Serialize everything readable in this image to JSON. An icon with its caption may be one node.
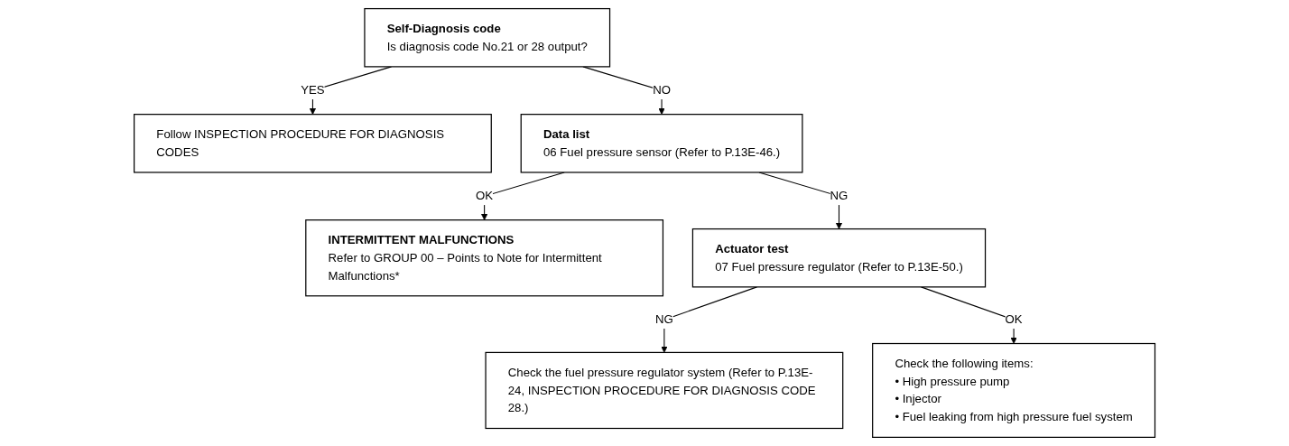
{
  "diagram": {
    "nodes": [
      {
        "text": [
          "Self-Diagnosis code",
          "Is diagnosis code No.21 or 28 output?"
        ]
      },
      {
        "text": [
          "Follow INSPECTION PROCEDURE FOR DIAGNOSIS CODES"
        ]
      },
      {
        "text": [
          "Data list",
          "06 Fuel pressure sensor (Refer to P.13E-46.)"
        ]
      },
      {
        "text": [
          "INTERMITTENT MALFUNCTIONS",
          "Refer to GROUP 00 – Points to Note for Intermittent Malfunctions*"
        ]
      },
      {
        "text": [
          "Actuator test",
          "07 Fuel pressure regulator (Refer to P.13E-50.)"
        ]
      },
      {
        "text": [
          "Check the fuel pressure regulator system (Refer to P.13E-24, INSPECTION PROCEDURE FOR DIAGNOSIS CODE 28.)"
        ]
      },
      {
        "text": [
          "Check the following items:",
          "• High pressure pump",
          "• Injector",
          "• Fuel leaking from high pressure fuel system"
        ]
      }
    ],
    "edges": [
      {
        "from": 0,
        "to": 1,
        "arrow": "to",
        "label": "YES"
      },
      {
        "from": 0,
        "to": 2,
        "arrow": "to",
        "label": "NO"
      },
      {
        "from": 2,
        "to": 3,
        "arrow": "to",
        "label": "OK"
      },
      {
        "from": 2,
        "to": 4,
        "arrow": "to",
        "label": "NG"
      },
      {
        "from": 4,
        "to": 5,
        "arrow": "to",
        "label": "NG"
      },
      {
        "from": 4,
        "to": 6,
        "arrow": "to",
        "label": "OK"
      }
    ]
  }
}
